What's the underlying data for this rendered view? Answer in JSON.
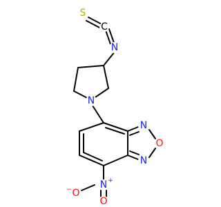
{
  "colors": {
    "N": "#2020e0",
    "O": "#ff0d0d",
    "S": "#b8b800",
    "C": "#000000",
    "bond": "#000000"
  },
  "atoms": {
    "S1": {
      "symbol": "S"
    },
    "C_iso": {
      "symbol": "C"
    },
    "N_iso": {
      "symbol": "N"
    },
    "N_pyr": {
      "symbol": "N"
    },
    "N_ox1": {
      "symbol": "N"
    },
    "O_ox": {
      "symbol": "O"
    },
    "N_ox2": {
      "symbol": "N"
    },
    "N_nitro": {
      "symbol": "N",
      "charge": "+"
    },
    "O_nitro_a": {
      "symbol": "O",
      "charge": "−"
    },
    "O_nitro_b": {
      "symbol": "O"
    }
  }
}
